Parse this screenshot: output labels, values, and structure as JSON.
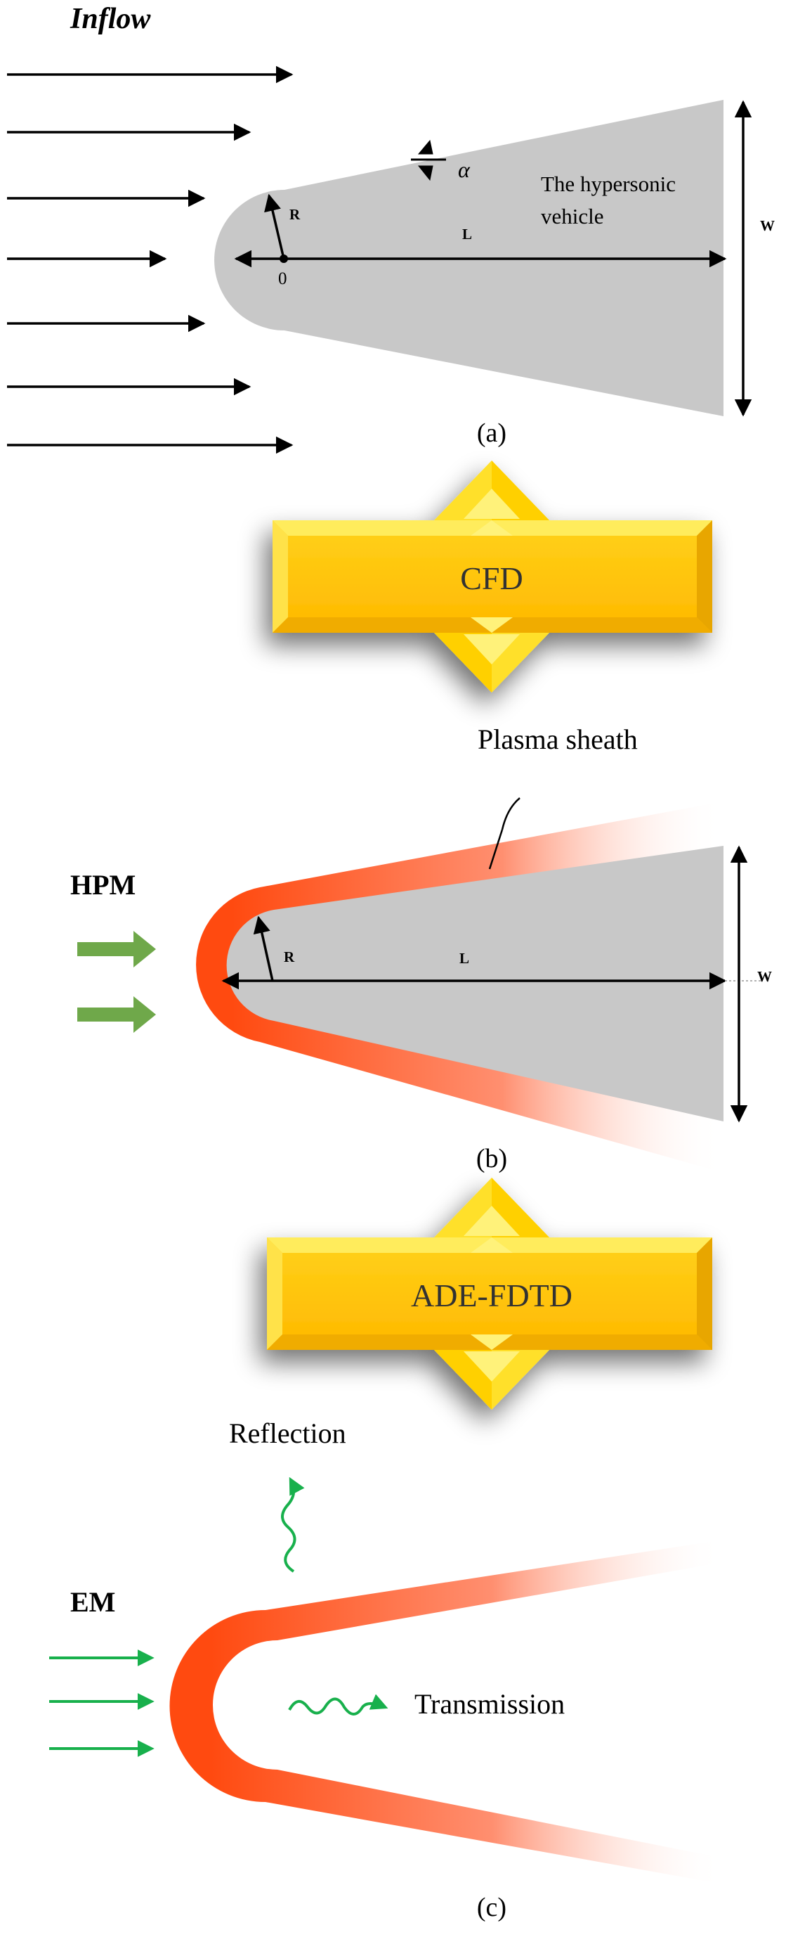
{
  "panel_a": {
    "inflow_label": "Inflow",
    "radius_label": "R",
    "origin_label": "0",
    "length_label": "L",
    "width_label": "W",
    "angle_label": "α",
    "vehicle_label_line1": "The hypersonic",
    "vehicle_label_line2": "vehicle",
    "caption": "(a)"
  },
  "step_1": {
    "label": "CFD"
  },
  "panel_b": {
    "sheath_label": "Plasma sheath",
    "source_label": "HPM",
    "radius_label": "R",
    "length_label": "L",
    "width_label": "W",
    "caption": "(b)"
  },
  "step_2": {
    "label": "ADE-FDTD"
  },
  "panel_c": {
    "reflection_label": "Reflection",
    "source_label": "EM",
    "transmission_label": "Transmission",
    "caption": "(c)"
  },
  "colors": {
    "vehicle_gray": "#c8c8c8",
    "box_gold": "#ffc20e",
    "box_yellow": "#ffe84a",
    "plasma_red": "#ff4a10",
    "hpm_green": "#6fa84a",
    "em_green": "#18b04c"
  }
}
